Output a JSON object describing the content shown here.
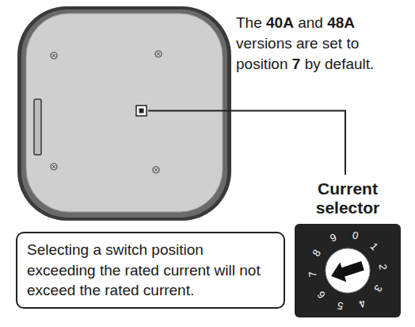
{
  "diagram": {
    "nodes": [
      {
        "text": [
          "Selecting a switch position exceeding the rated current will not exceed the rated current."
        ]
      },
      {
        "text": [
          "Current selector"
        ]
      }
    ],
    "labels": [
      "The 40A and 48A versions are set to position 7 by default.",
      "0",
      "1",
      "2",
      "3",
      "4",
      "5",
      "6",
      "7",
      "8",
      "9"
    ]
  }
}
